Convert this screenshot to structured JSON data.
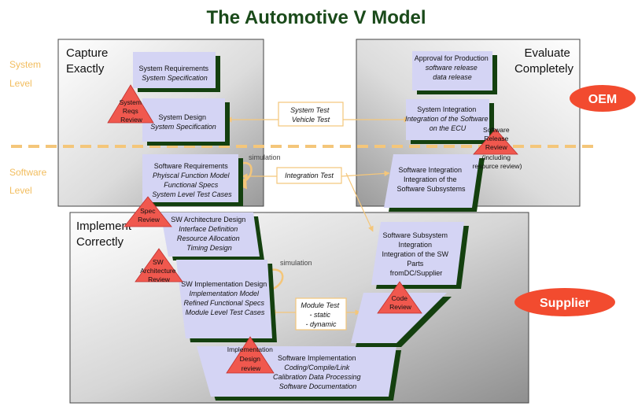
{
  "title": "The Automotive V Model",
  "levels": {
    "system": [
      "System",
      "Level"
    ],
    "software": [
      "Software",
      "Level"
    ]
  },
  "quadrants": {
    "capture": [
      "Capture",
      "Exactly"
    ],
    "evaluate": [
      "Evaluate",
      "Completely"
    ],
    "implement": [
      "Implement",
      "Correctly"
    ]
  },
  "badges": {
    "oem": "OEM",
    "supplier": "Supplier"
  },
  "steps": {
    "sys_req": [
      "System Requirements",
      "System Specification"
    ],
    "sys_design": [
      "System Design",
      "System Specification"
    ],
    "sw_req": [
      "Software Requirements",
      "Phyiscal Function Model",
      "Functional Specs",
      "System Level Test Cases"
    ],
    "sw_arch": [
      "SW Architecture Design",
      "Interface Definition",
      "Resource Allocation",
      "Timing Design"
    ],
    "sw_impl_design": [
      "SW Implementation Design",
      "Implementation Model",
      "Refined Functional Specs",
      "Module Level Test Cases"
    ],
    "sw_impl": [
      "Software Implementation",
      "Coding/Compile/Link",
      "Calibration Data Processing",
      "Software Documentation"
    ],
    "sw_subsys": [
      "Software Subsystem",
      "Integration",
      "Integration of the SW",
      "Parts",
      "fromDC/Supplier"
    ],
    "sw_integration": [
      "Software Integration",
      "Integration of the",
      "Software Subsystems"
    ],
    "sys_integration": [
      "System Integration",
      "Integration of the Software",
      "on the ECU"
    ],
    "approval": [
      "Approval for Production",
      "software release",
      "data release"
    ]
  },
  "tests": {
    "system": [
      "System Test",
      "Vehicle Test"
    ],
    "integration": [
      "Integration Test"
    ],
    "module": [
      "Module Test",
      "- static",
      "- dynamic"
    ]
  },
  "reviews": {
    "system_reqs": [
      "System",
      "Reqs",
      "Review"
    ],
    "spec": [
      "Spec",
      "Review"
    ],
    "sw_arch": [
      "SW",
      "Architecture",
      "Review"
    ],
    "impl_design": [
      "Implementation",
      "Design",
      "review"
    ],
    "code": [
      "Code",
      "Review"
    ],
    "sw_release": [
      "Software",
      "Release",
      "Review",
      "(including",
      "resource review)"
    ]
  },
  "simulation": "simulation",
  "colors": {
    "box_fill": "#d4d4f4",
    "box_shadow": "#14400f",
    "review_triangle": "#f0584e",
    "badge": "#f24b2f",
    "connector": "#f4c67a",
    "level_text": "#f2bd5e",
    "title": "#1a4a1a"
  }
}
